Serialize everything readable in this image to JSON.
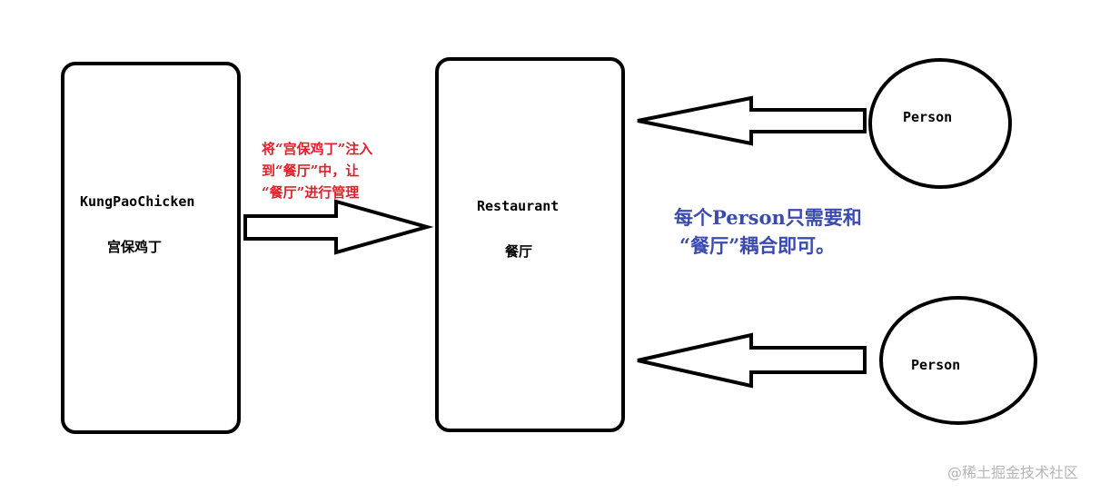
{
  "nodes": {
    "kungpao": {
      "title": "KungPaoChicken",
      "subtitle": "宫保鸡丁"
    },
    "restaurant": {
      "title": "Restaurant",
      "subtitle": "餐厅"
    },
    "person_top": {
      "label": "Person"
    },
    "person_bottom": {
      "label": "Person"
    }
  },
  "annotations": {
    "inject": [
      "将“宫保鸡丁”注入",
      "到“餐厅”中，让",
      "“餐厅”进行管理"
    ],
    "coupling": [
      "每个Person只需要和",
      "“餐厅”耦合即可。"
    ]
  },
  "watermark": "@稀土掘金技术社区",
  "colors": {
    "inject_text": "#e0202a",
    "coupling_text": "#3a4bb0",
    "stroke": "#000000"
  }
}
